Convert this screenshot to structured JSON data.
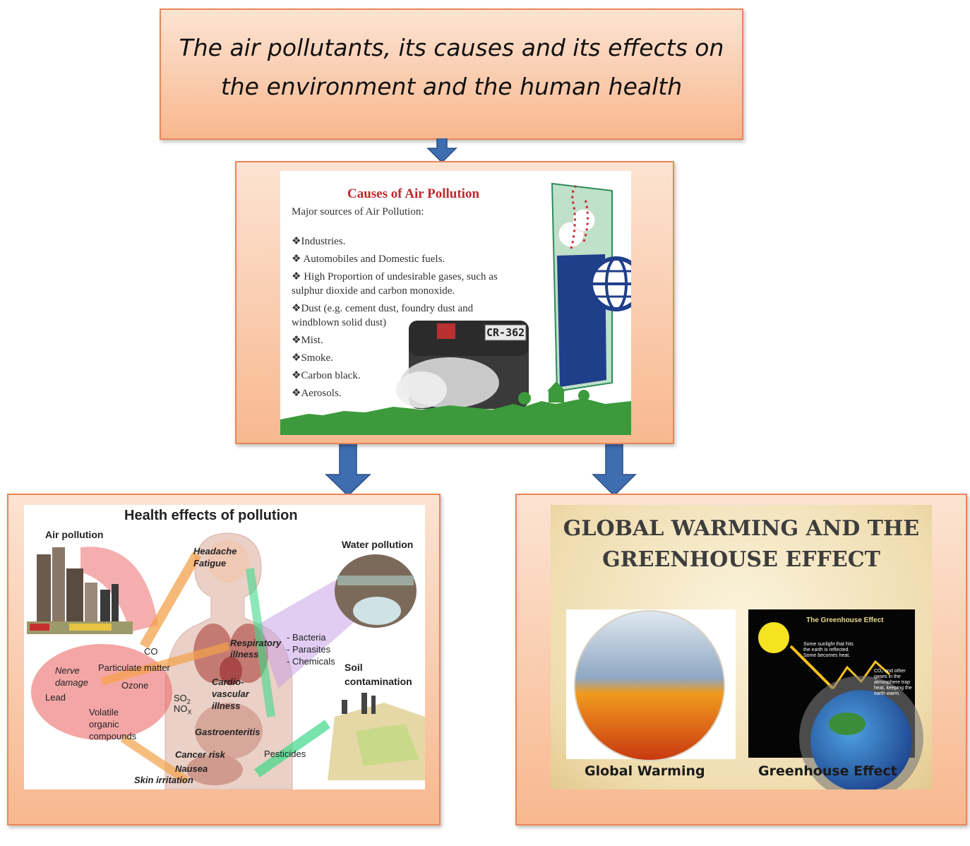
{
  "title": {
    "line1": "The air pollutants, its causes and its effects on",
    "line2": "the environment and the human health"
  },
  "causes": {
    "heading": "Causes of Air Pollution",
    "subheading": "Major sources of Air Pollution:",
    "bullets": [
      "❖Industries.",
      "❖ Automobiles and Domestic fuels.",
      "❖ High Proportion of undesirable gases, such as",
      "sulphur dioxide and carbon monoxide.",
      "❖Dust (e.g. cement dust, foundry dust and",
      "windblown solid dust)",
      "❖Mist.",
      "❖Smoke.",
      "❖Carbon black.",
      "❖Aerosols."
    ],
    "plate": "CR-362"
  },
  "health": {
    "heading": "Health effects of pollution",
    "air_pollution": "Air pollution",
    "water_pollution": "Water pollution",
    "soil1": "Soil",
    "soil2": "contamination",
    "headache": "Headache",
    "fatigue": "Fatigue",
    "co": "CO",
    "pm": "Particulate matter",
    "ozone": "Ozone",
    "nerve": "Nerve",
    "damage": "damage",
    "lead": "Lead",
    "voc1": "Volatile",
    "voc2": "organic",
    "voc3": "compounds",
    "so2": "SO",
    "so2sub": "2",
    "nox": "NO",
    "noxsub": "X",
    "resp1": "Respiratory",
    "resp2": "illness",
    "cardio1": "Cardio-",
    "cardio2": "vascular",
    "cardio3": "illness",
    "bacteria": "- Bacteria",
    "parasites": "- Parasites",
    "chemicals": "- Chemicals",
    "gastro": "Gastroenteritis",
    "cancer": "Cancer risk",
    "nausea": "Nausea",
    "skin": "Skin irritation",
    "pesticides": "Pesticides"
  },
  "global": {
    "heading1": "GLOBAL WARMING AND THE",
    "heading2": "GREENHOUSE EFFECT",
    "label_left": "Global Warming",
    "label_right": "Greenhouse Effect",
    "inset_title": "The Greenhouse Effect",
    "inset_note1": "Some sunlight that hits the earth is reflected. Some becomes heat.",
    "inset_note2": "CO₂ and other gases in the atmosphere trap heat, keeping the earth warm."
  }
}
